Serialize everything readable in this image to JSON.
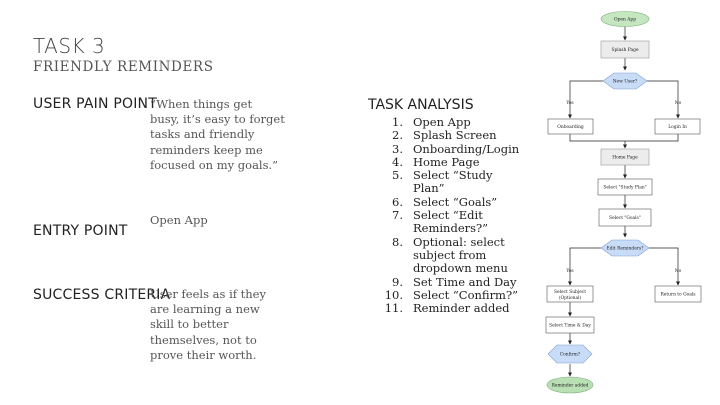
{
  "header": {
    "title": "TASK 3",
    "subtitle": "FRIENDLY REMINDERS"
  },
  "pain_point": {
    "label": "USER PAIN POINT",
    "text": "“When things get busy, it’s easy to forget tasks and friendly reminders keep me focused on my goals.”"
  },
  "entry_point": {
    "label": "ENTRY POINT",
    "text": "Open App"
  },
  "success": {
    "label": "SUCCESS CRITERIA",
    "text": "User feels as if they are learning a new skill to better themselves, not to prove their worth."
  },
  "task_analysis": {
    "title": "TASK ANALYSIS",
    "steps": [
      {
        "num": "1.",
        "text": "Open App"
      },
      {
        "num": "2.",
        "text": "Splash Screen"
      },
      {
        "num": "3.",
        "text": "Onboarding/Login"
      },
      {
        "num": "4.",
        "text": "Home Page"
      },
      {
        "num": "5.",
        "text": "Select “Study Plan”"
      },
      {
        "num": "6.",
        "text": "Select “Goals”"
      },
      {
        "num": "7.",
        "text": "Select “Edit Reminders?”"
      },
      {
        "num": "8.",
        "text": "Optional: select subject from dropdown menu"
      },
      {
        "num": "9.",
        "text": "Set Time and Day"
      },
      {
        "num": "10.",
        "text": "Select “Confirm?”"
      },
      {
        "num": "11.",
        "text": "Reminder added"
      }
    ]
  },
  "flowchart": {
    "start": "Open App",
    "splash": "Splash Page",
    "new_user": "New User?",
    "yes1": "Yes",
    "no1": "No",
    "onboarding": "Onboarding",
    "login": "Login In",
    "home": "Home Page",
    "study_plan": "Select \"Study Plan\"",
    "goals": "Select \"Goals\"",
    "edit_reminders": "Edit Reminders?",
    "yes2": "Yes",
    "no2": "No",
    "select_subject_1": "Select Subject",
    "select_subject_2": "(Optional)",
    "return_goals": "Return to Goals",
    "select_time": "Select Time & Day",
    "confirm": "Confirm?",
    "reminder_added": "Reminder added",
    "colors": {
      "start_fill": "#c5e6c1",
      "end_fill": "#b9dfb4",
      "box_fill": "#ffffff",
      "grey_fill": "#ececec",
      "diamond_fill": "#c9dcf7",
      "line": "#222222"
    }
  }
}
